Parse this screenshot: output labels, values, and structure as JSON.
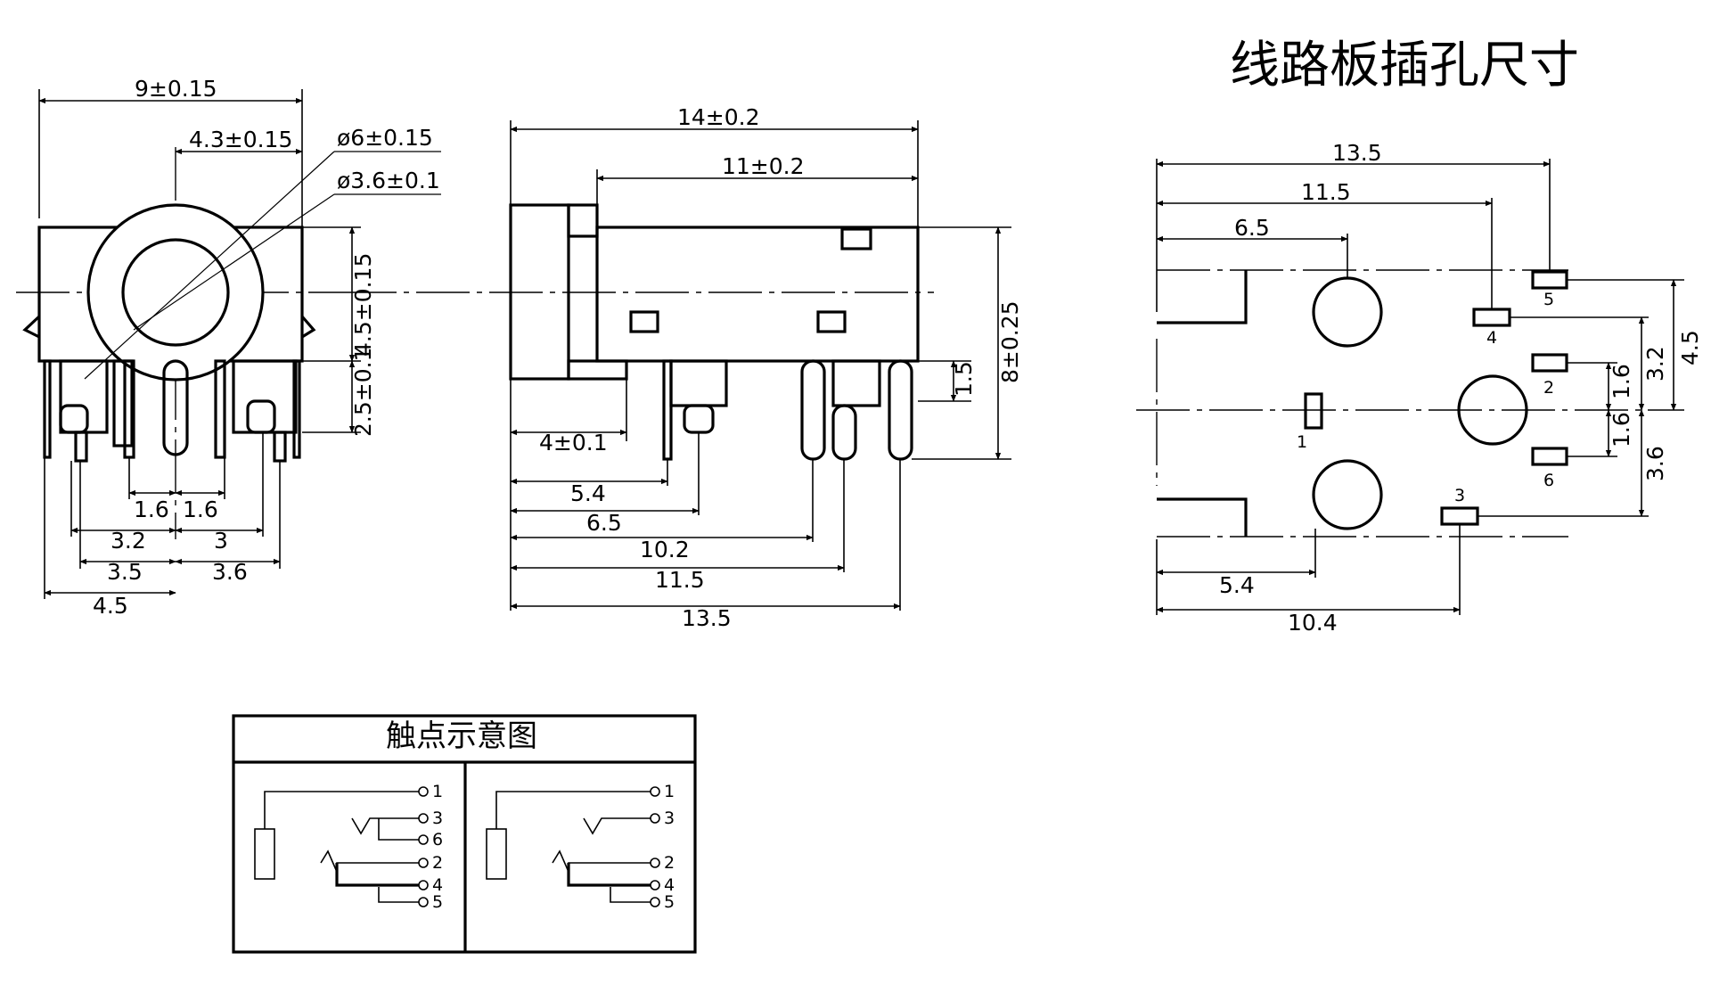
{
  "pcb": {
    "title": "线路板插孔尺寸",
    "dims": {
      "d135": "13.5",
      "d115": "11.5",
      "d65": "6.5",
      "d54": "5.4",
      "d104": "10.4",
      "d45": "4.5",
      "d32": "3.2",
      "d16a": "1.6",
      "d16b": "1.6",
      "d36": "3.6"
    },
    "pins": {
      "p1": "1",
      "p2": "2",
      "p3": "3",
      "p4": "4",
      "p5": "5",
      "p6": "6"
    }
  },
  "front_view": {
    "dims": {
      "w9": "9±0.15",
      "w43": "4.3±0.15",
      "dia6": "ø6±0.15",
      "dia36": "ø3.6±0.1",
      "h45": "4.5±0.15",
      "h25": "2.5±0.1",
      "a16": "1.6",
      "b16": "1.6",
      "a32": "3.2",
      "b3": "3",
      "a35": "3.5",
      "b36": "3.6",
      "a45": "4.5"
    }
  },
  "side_view": {
    "dims": {
      "l14": "14±0.2",
      "l11": "11±0.2",
      "h8": "8±0.25",
      "h15": "1.5",
      "a4": "4±0.1",
      "a54": "5.4",
      "a65": "6.5",
      "a102": "10.2",
      "a115": "11.5",
      "a135": "13.5"
    }
  },
  "contacts": {
    "title": "触点示意图",
    "left_pins": [
      "1",
      "3",
      "6",
      "2",
      "4",
      "5"
    ],
    "right_pins": [
      "1",
      "3",
      "2",
      "4",
      "5"
    ]
  }
}
